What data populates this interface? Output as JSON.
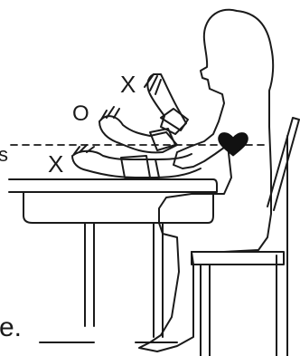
{
  "figure": {
    "marks": {
      "upper_position": "X",
      "correct_position": "O",
      "lower_position": "X"
    },
    "text_fragments": {
      "left_edge": "s",
      "bottom_left": "e."
    },
    "symbols": [
      "heart-icon"
    ],
    "colors": {
      "line": "#1a1a1a",
      "background": "#ffffff",
      "heart": "#111111"
    }
  }
}
